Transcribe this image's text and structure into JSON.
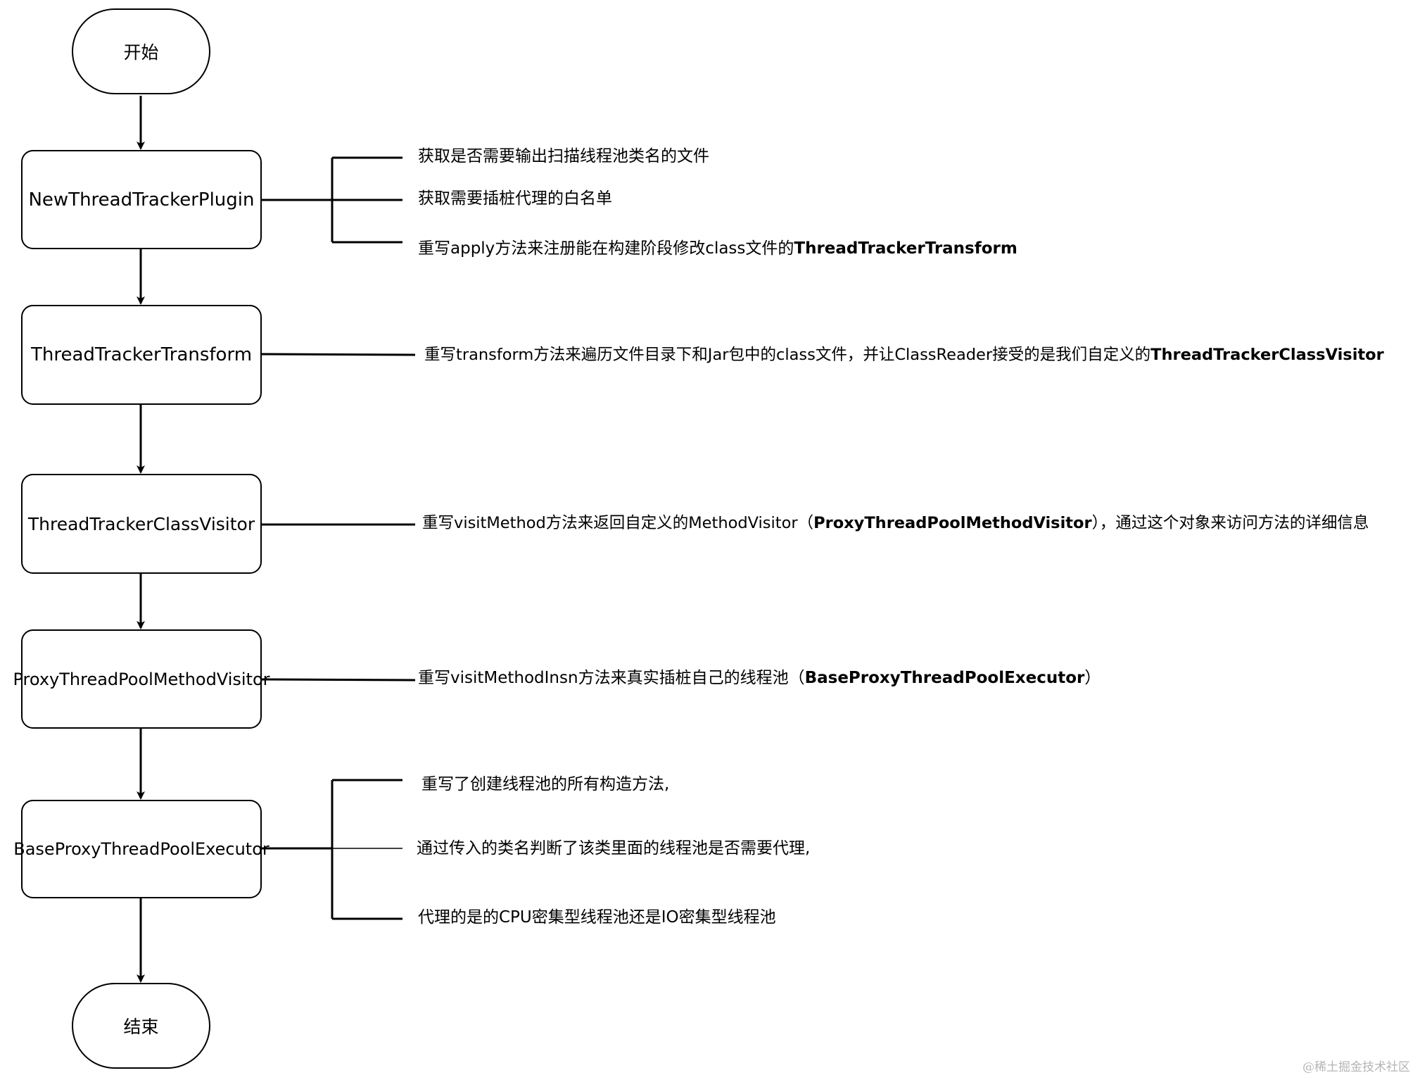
{
  "nodes": {
    "start": "开始",
    "plugin": "NewThreadTrackerPlugin",
    "transform": "ThreadTrackerTransform",
    "class_visitor": "ThreadTrackerClassVisitor",
    "method_visitor": "ProxyThreadPoolMethodVisitor",
    "executor": "BaseProxyThreadPoolExecutor",
    "end": "结束"
  },
  "notes": {
    "plugin_1": "获取是否需要输出扫描线程池类名的文件",
    "plugin_2": "获取需要插桩代理的白名单",
    "plugin_3": {
      "text": "重写apply方法来注册能在构建阶段修改class文件的",
      "bold": "ThreadTrackerTransform"
    },
    "transform_1": {
      "text": "重写transform方法来遍历文件目录下和Jar包中的class文件，并让ClassReader接受的是我们自定义的",
      "bold": "ThreadTrackerClassVisitor"
    },
    "class_visitor_1": {
      "text": "重写visitMethod方法来返回自定义的MethodVisitor（",
      "bold": "ProxyThreadPoolMethodVisitor",
      "tail": "），通过这个对象来访问方法的详细信息"
    },
    "method_visitor_1": {
      "text": "重写visitMethodInsn方法来真实插桩自己的线程池（",
      "bold": "BaseProxyThreadPoolExecutor",
      "tail": "）"
    },
    "executor_1": "重写了创建线程池的所有构造方法,",
    "executor_2": "通过传入的类名判断了该类里面的线程池是否需要代理,",
    "executor_3": "代理的是的CPU密集型线程池还是IO密集型线程池"
  },
  "watermark": "@稀土掘金技术社区"
}
